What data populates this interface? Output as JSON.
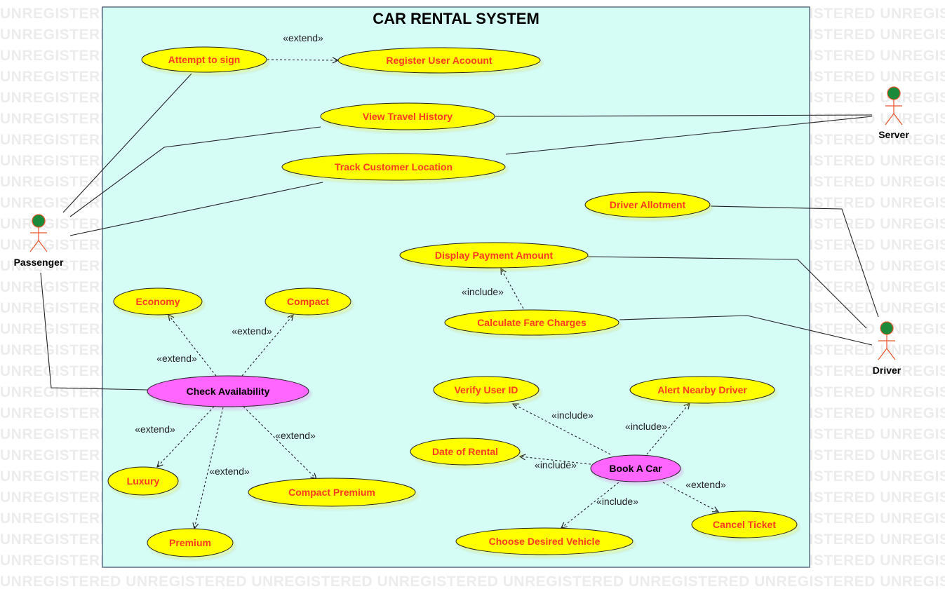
{
  "title": "CAR RENTAL SYSTEM",
  "watermark": "UNREGISTERED",
  "colors": {
    "system_fill": "#d6fcf6",
    "system_border": "#5b6e86",
    "usecase_fill": "#ffff00",
    "usecase_text": "#ff3b1f",
    "highlight_fill": "#ff66ff",
    "highlight_text": "#000000",
    "actor_head": "#1a8a3a",
    "actor_body": "#e8542a"
  },
  "actors": {
    "passenger": "Passenger",
    "server": "Server",
    "driver": "Driver"
  },
  "use_cases": {
    "attempt_sign": "Attempt to sign",
    "register": "Register User Acoount",
    "view_history": "View Travel History",
    "track_location": "Track Customer Location",
    "driver_allotment": "Driver Allotment",
    "display_payment": "Display Payment Amount",
    "calc_fare": "Calculate Fare Charges",
    "economy": "Economy",
    "compact": "Compact",
    "check_availability": "Check Availability",
    "luxury": "Luxury",
    "compact_premium": "Compact Premium",
    "premium": "Premium",
    "verify_id": "Verify User ID",
    "alert_driver": "Alert Nearby Driver",
    "date_rental": "Date of Rental",
    "book_car": "Book A Car",
    "cancel_ticket": "Cancel Ticket",
    "choose_vehicle": "Choose Desired Vehicle"
  },
  "stereotypes": {
    "extend": "«extend»",
    "include": "«include»"
  }
}
